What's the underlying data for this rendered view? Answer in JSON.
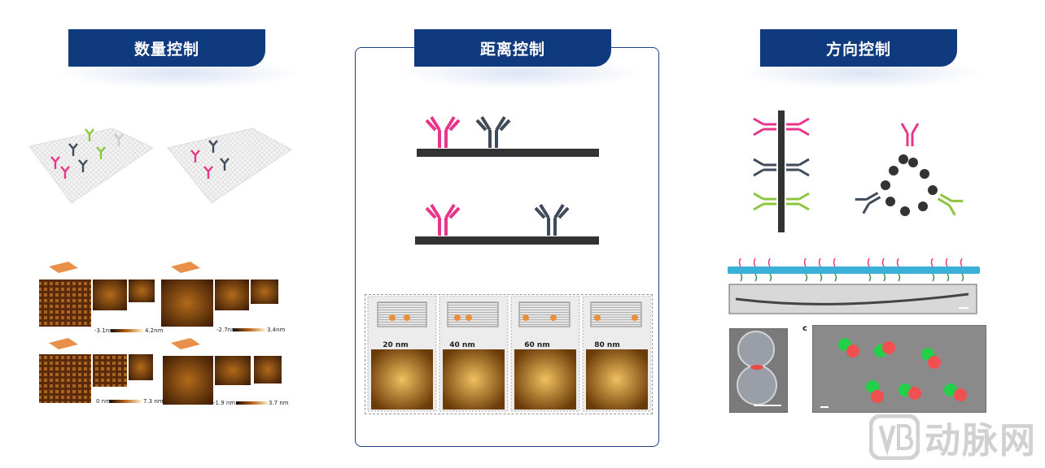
{
  "tabs": [
    "数量控制",
    "距离控制",
    "方向控制"
  ],
  "distance_labels": [
    "20 nm",
    "40 nm",
    "60 nm",
    "80 nm"
  ],
  "afm_scales": [
    {
      "min": "-3.1nm",
      "max": "4.2nm"
    },
    {
      "min": "-2.7nm",
      "max": "3.4nm"
    },
    {
      "min": "0 nm",
      "max": "7.3 nm"
    },
    {
      "min": "-1.9 nm",
      "max": "3.7 nm"
    }
  ],
  "panel_c_label": "c",
  "watermark": "动脉网",
  "colors": {
    "tab_blue": "#0f3a7e",
    "pink": "#e8358a",
    "slate": "#3f4a5a",
    "green": "#8cc63f"
  }
}
